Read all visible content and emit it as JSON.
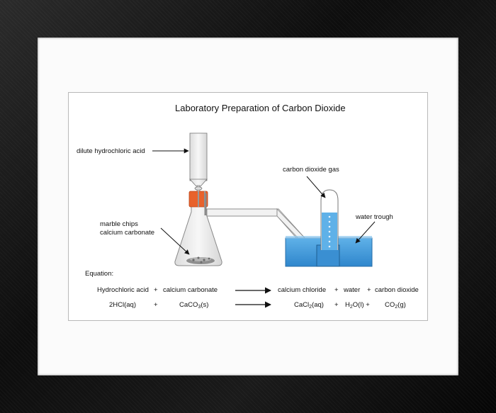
{
  "diagram": {
    "title": "Laboratory Preparation of Carbon Dioxide",
    "labels": {
      "dilute_acid": "dilute hydrochloric acid",
      "marble_chips": "marble chips",
      "calcium_carbonate": "calcium carbonate",
      "co2_gas": "carbon dioxide gas",
      "water_trough": "water trough"
    },
    "equation": {
      "heading": "Equation:",
      "word": {
        "reactant1": "Hydrochloric acid",
        "plus1": "+",
        "reactant2": "calcium carbonate",
        "product1": "calcium chloride",
        "plus2": "+",
        "product2": "water",
        "plus3": "+",
        "product3": "carbon dioxide"
      },
      "symbol": {
        "reactant1": "2HCl(aq)",
        "plus1": "+",
        "reactant2_pre": "CaCO",
        "reactant2_sub": "3",
        "reactant2_post": "(s)",
        "product1_pre": "CaCl",
        "product1_sub": "2",
        "product1_post": "(aq)",
        "plus2": "+",
        "product2_pre": "H",
        "product2_sub": "2",
        "product2_post": "O(l) +",
        "product3_pre": "CO",
        "product3_sub": "2",
        "product3_post": "(g)"
      }
    },
    "colors": {
      "frame": "#111111",
      "stopper": "#e8622c",
      "water": "#3b97d8",
      "glass": "#ececec"
    }
  }
}
